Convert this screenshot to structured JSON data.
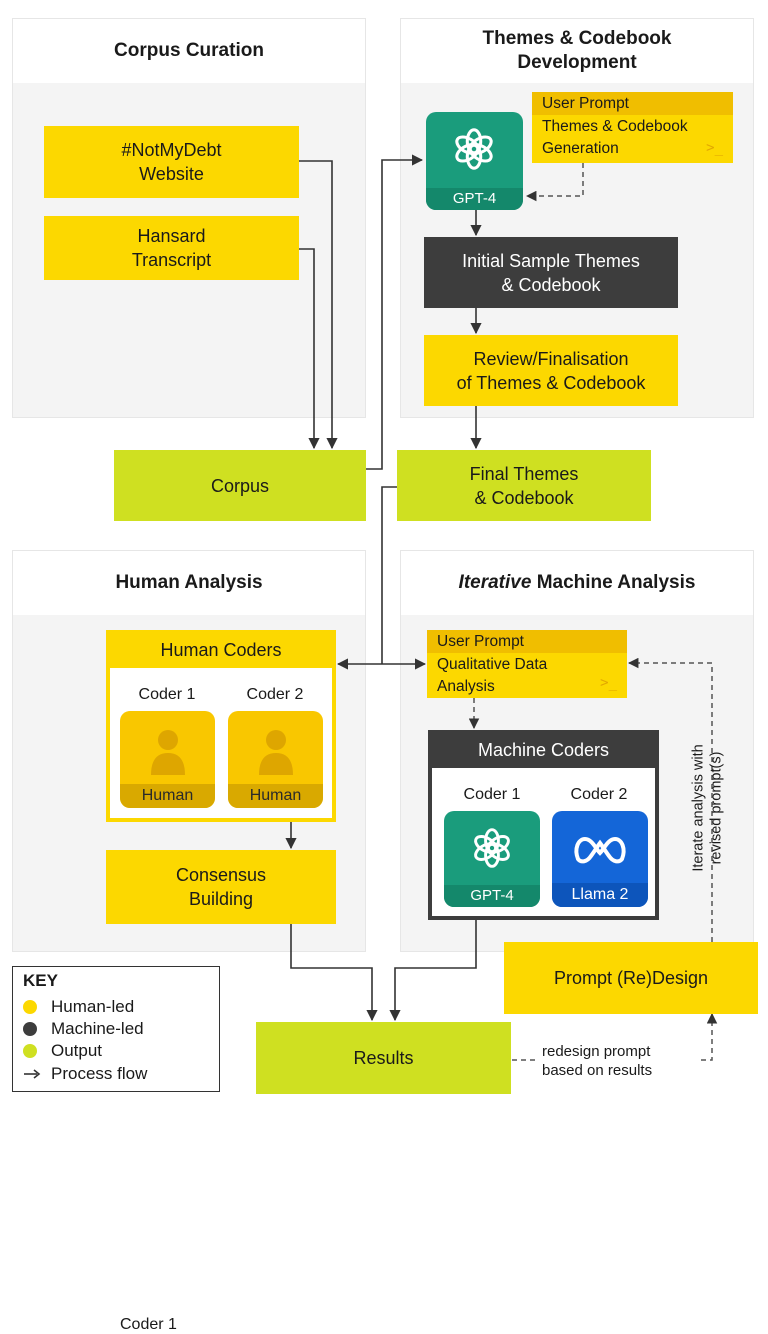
{
  "panels": {
    "corpus_curation": {
      "title": "Corpus Curation"
    },
    "themes_codebook": {
      "title_line1": "Themes & Codebook",
      "title_line2": "Development"
    },
    "human_analysis": {
      "title": "Human Analysis"
    },
    "machine_analysis": {
      "title_emph": "Iterative",
      "title_rest": " Machine Analysis"
    }
  },
  "sources": {
    "website": {
      "line1": "#NotMyDebt",
      "line2": "Website"
    },
    "hansard": {
      "line1": "Hansard",
      "line2": "Transcript"
    }
  },
  "themes_prompt": {
    "title": "User Prompt",
    "line1": "Themes & Codebook",
    "line2": "Generation",
    "terminal": ">_"
  },
  "gpt4_label": "GPT-4",
  "initial_sample": {
    "line1": "Initial Sample Themes",
    "line2": "& Codebook"
  },
  "review": {
    "line1": "Review/Finalisation",
    "line2": "of Themes & Codebook"
  },
  "corpus_output": "Corpus",
  "final_themes": {
    "line1": "Final Themes",
    "line2": "& Codebook"
  },
  "human_coders": {
    "title": "Human Coders",
    "coders": [
      {
        "label": "Coder 1",
        "kind": "Human"
      },
      {
        "label": "Coder 2",
        "kind": "Human"
      }
    ]
  },
  "consensus": {
    "line1": "Consensus",
    "line2": "Building"
  },
  "qda_prompt": {
    "title": "User Prompt",
    "line1": "Qualitative Data",
    "line2": "Analysis",
    "terminal": ">_"
  },
  "machine_coders": {
    "title": "Machine Coders",
    "coders": [
      {
        "label": "Coder 1",
        "model": "GPT-4"
      },
      {
        "label": "Coder 2",
        "model": "Llama 2"
      }
    ]
  },
  "iterate_text": {
    "line1": "Iterate analysis with",
    "line2": "revised prompt(s)"
  },
  "prompt_redesign": "Prompt (Re)Design",
  "results": "Results",
  "redesign_note": {
    "line1": "redesign prompt",
    "line2": "based on results"
  },
  "key": {
    "title": "KEY",
    "items": [
      {
        "label": "Human-led",
        "color": "#fcd800"
      },
      {
        "label": "Machine-led",
        "color": "#3d3d3d"
      },
      {
        "label": "Output",
        "color": "#cfe021"
      },
      {
        "label": "Process flow",
        "symbol": "arrow"
      }
    ]
  },
  "colors": {
    "human_led": "#fcd800",
    "machine_led": "#3d3d3d",
    "output": "#cfe021",
    "gpt": "#1a9c7c",
    "llama": "#1466d8"
  }
}
